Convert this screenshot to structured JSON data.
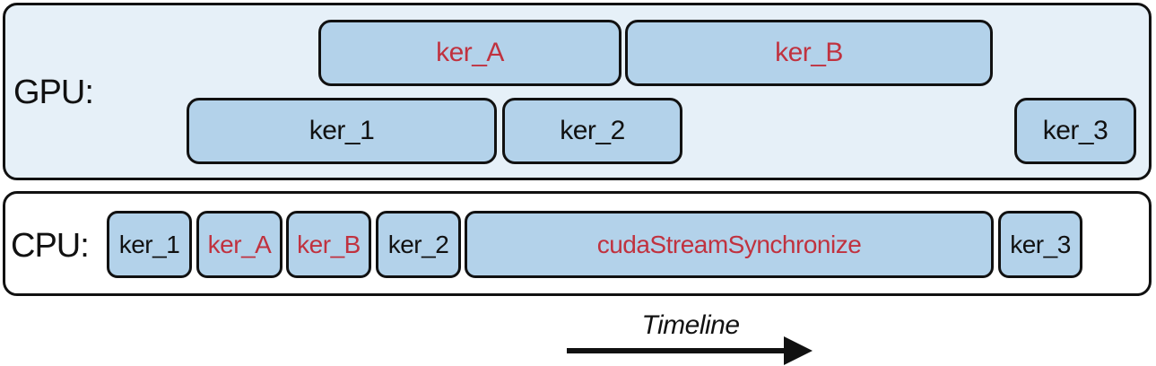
{
  "gpu": {
    "label": "GPU:",
    "blocks": [
      {
        "label": "ker_A",
        "highlight": true
      },
      {
        "label": "ker_B",
        "highlight": true
      },
      {
        "label": "ker_1",
        "highlight": false
      },
      {
        "label": "ker_2",
        "highlight": false
      },
      {
        "label": "ker_3",
        "highlight": false
      }
    ]
  },
  "cpu": {
    "label": "CPU:",
    "blocks": [
      {
        "label": "ker_1",
        "highlight": false
      },
      {
        "label": "ker_A",
        "highlight": true
      },
      {
        "label": "ker_B",
        "highlight": true
      },
      {
        "label": "ker_2",
        "highlight": false
      },
      {
        "label": "cudaStreamSynchronize",
        "highlight": true
      },
      {
        "label": "ker_3",
        "highlight": false
      }
    ]
  },
  "timeline": {
    "label": "Timeline"
  },
  "colors": {
    "block_fill": "#b3d2ea",
    "gpu_panel_fill": "#e6f0f8",
    "highlight_text": "#c0323f",
    "outline": "#111111"
  }
}
